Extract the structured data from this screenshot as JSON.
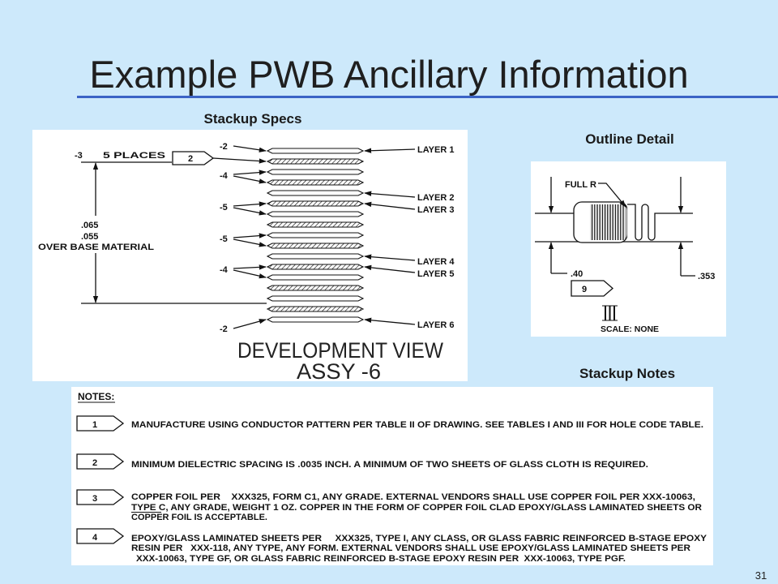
{
  "slide": {
    "title": "Example PWB Ancillary Information",
    "slide_number": "31",
    "background_color": "#cde9fb",
    "rule_color": "#3b63c6"
  },
  "stackup_specs": {
    "label": "Stackup Specs",
    "callout": "-3",
    "places": "5 PLACES",
    "callout_flag": "2",
    "left_labels": [
      "-2",
      "-4",
      "-5",
      "-5",
      "-4",
      "-2"
    ],
    "layers": [
      "LAYER 1",
      "LAYER 2",
      "LAYER 3",
      "LAYER 4",
      "LAYER 5",
      "LAYER 6"
    ],
    "dimension": [
      ".065",
      ".055"
    ],
    "dimension_note": "OVER BASE MATERIAL",
    "view_title": "DEVELOPMENT VIEW",
    "view_subtitle": "ASSY -6"
  },
  "outline_detail": {
    "label": "Outline Detail",
    "radius_note": "FULL R",
    "dim_left": ".40",
    "dim_right": ".353",
    "flag": "9",
    "scale": "SCALE: NONE"
  },
  "stackup_notes": {
    "label": "Stackup Notes",
    "heading": "NOTES:",
    "notes": [
      {
        "flag": "1",
        "lines": [
          "MANUFACTURE USING CONDUCTOR PATTERN PER TABLE II OF DRAWING. SEE TABLES I AND III FOR HOLE CODE TABLE."
        ]
      },
      {
        "flag": "2",
        "lines": [
          "MINIMUM DIELECTRIC SPACING IS .0035 INCH. A MINIMUM OF TWO SHEETS OF GLASS CLOTH IS REQUIRED."
        ]
      },
      {
        "flag": "3",
        "lines": [
          "COPPER FOIL PER    XXX325, FORM C1, ANY GRADE. EXTERNAL VENDORS SHALL USE COPPER FOIL PER XXX-10063,",
          "TYPE C, ANY GRADE, WEIGHT 1 OZ. COPPER IN THE FORM OF COPPER FOIL CLAD EPOXY/GLASS LAMINATED SHEETS OR",
          "COPPER FOIL IS ACCEPTABLE."
        ]
      },
      {
        "flag": "4",
        "lines": [
          "EPOXY/GLASS LAMINATED SHEETS PER     XXX325, TYPE I, ANY CLASS, OR GLASS FABRIC REINFORCED B-STAGE EPOXY",
          "RESIN PER   XXX-118, ANY TYPE, ANY FORM. EXTERNAL VENDORS SHALL USE EPOXY/GLASS LAMINATED SHEETS PER",
          "XXX-10063, TYPE GF, OR GLASS FABRIC REINFORCED B-STAGE EPOXY RESIN PER  XXX-10063, TYPE PGF."
        ]
      }
    ]
  }
}
